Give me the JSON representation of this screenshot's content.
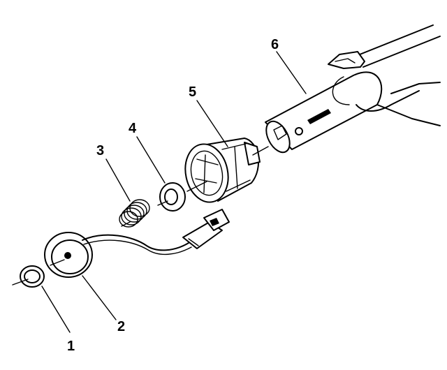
{
  "diagram": {
    "callouts": [
      {
        "id": "1",
        "label": "1"
      },
      {
        "id": "2",
        "label": "2"
      },
      {
        "id": "3",
        "label": "3"
      },
      {
        "id": "4",
        "label": "4"
      },
      {
        "id": "5",
        "label": "5"
      },
      {
        "id": "6",
        "label": "6"
      }
    ],
    "colors": {
      "line": "#000000",
      "background": "#ffffff"
    }
  }
}
